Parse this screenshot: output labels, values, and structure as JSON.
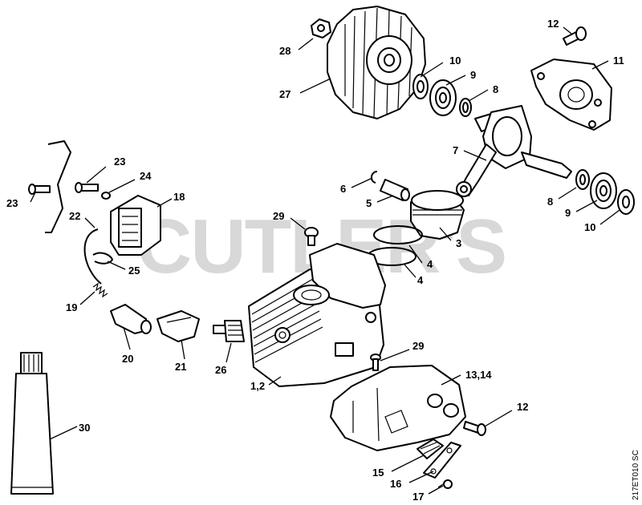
{
  "watermark": "CUTLER'S",
  "reference_code": "217ET010 SC",
  "callouts": {
    "c1_2": "1,2",
    "c3": "3",
    "c4a": "4",
    "c4b": "4",
    "c5": "5",
    "c6": "6",
    "c7": "7",
    "c8a": "8",
    "c8b": "8",
    "c9a": "9",
    "c9b": "9",
    "c10a": "10",
    "c10b": "10",
    "c11": "11",
    "c12a": "12",
    "c12b": "12",
    "c13_14": "13,14",
    "c15": "15",
    "c16": "16",
    "c17": "17",
    "c18": "18",
    "c19": "19",
    "c20": "20",
    "c21": "21",
    "c22": "22",
    "c23a": "23",
    "c23b": "23",
    "c24": "24",
    "c25": "25",
    "c26": "26",
    "c27": "27",
    "c28": "28",
    "c29a": "29",
    "c29b": "29",
    "c30": "30"
  }
}
